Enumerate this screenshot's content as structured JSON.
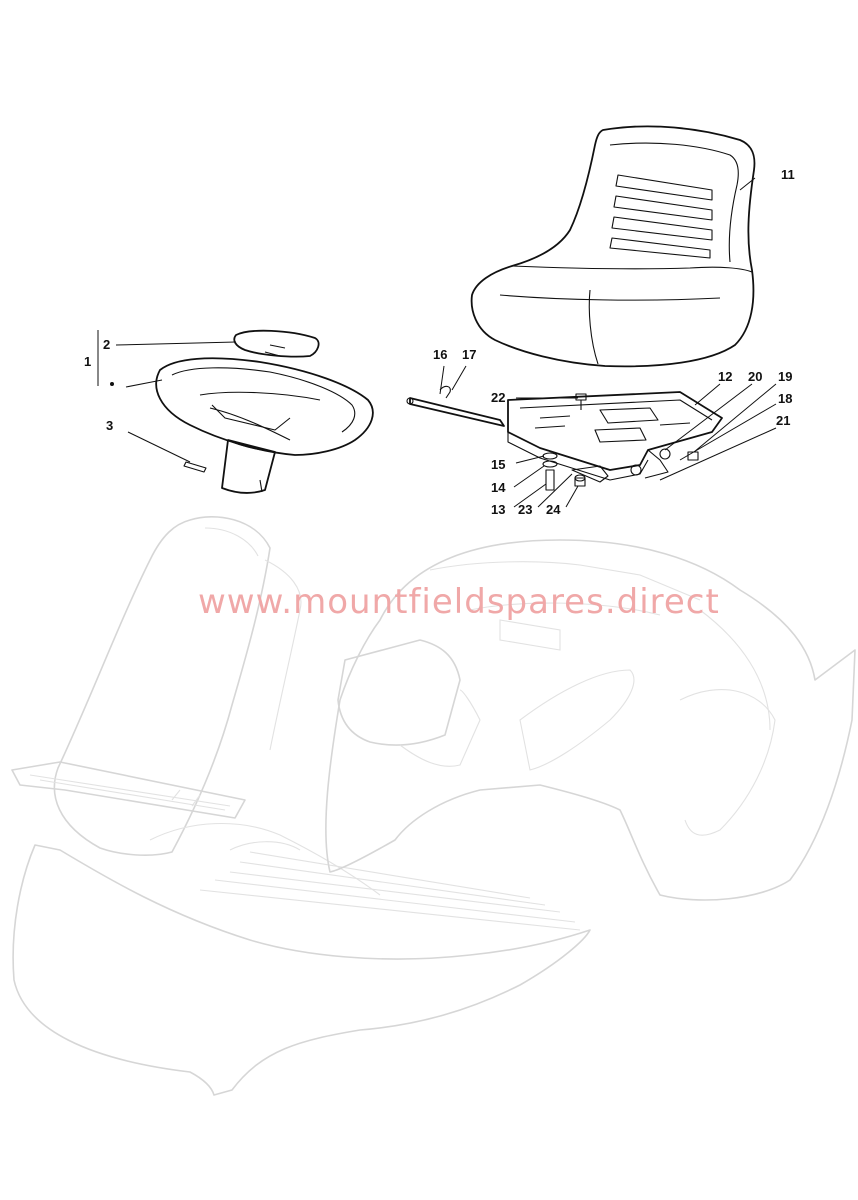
{
  "watermark": "www.mountfieldspares.direct",
  "callouts": [
    {
      "id": "c1",
      "text": "1"
    },
    {
      "id": "c2",
      "text": "2"
    },
    {
      "id": "c3",
      "text": "3"
    },
    {
      "id": "c11",
      "text": "11"
    },
    {
      "id": "c12",
      "text": "12"
    },
    {
      "id": "c13",
      "text": "13"
    },
    {
      "id": "c14",
      "text": "14"
    },
    {
      "id": "c15",
      "text": "15"
    },
    {
      "id": "c16",
      "text": "16"
    },
    {
      "id": "c17",
      "text": "17"
    },
    {
      "id": "c18",
      "text": "18"
    },
    {
      "id": "c19",
      "text": "19"
    },
    {
      "id": "c20",
      "text": "20"
    },
    {
      "id": "c21",
      "text": "21"
    },
    {
      "id": "c22",
      "text": "22"
    },
    {
      "id": "c23",
      "text": "23"
    },
    {
      "id": "c24",
      "text": "24"
    }
  ]
}
